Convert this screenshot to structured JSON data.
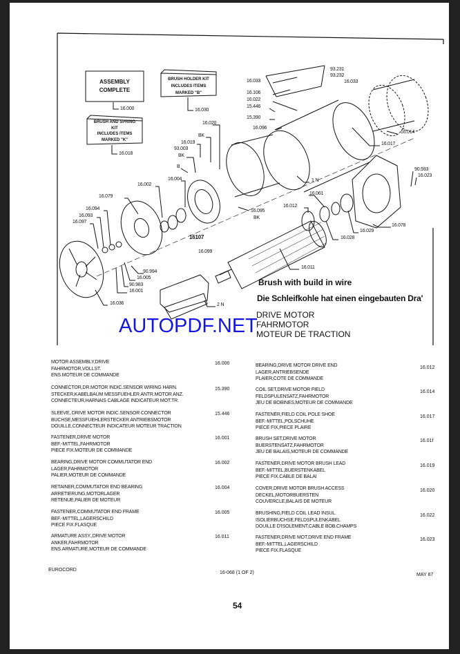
{
  "diagram": {
    "kits": [
      {
        "lines": [
          "ASSEMBLY",
          "COMPLETE"
        ]
      },
      {
        "lines": [
          "BRUSH HOLDER KIT",
          "INCLUDES ITEMS",
          "MARKED \"B\""
        ]
      },
      {
        "lines": [
          "BRUSH AND SPRING",
          "KIT",
          "INCLUDES ITEMS",
          "MARKED \"K\""
        ]
      }
    ],
    "callouts": [
      "16.000",
      "16.030",
      "16.018",
      "16.020",
      "BK",
      "16.019",
      "93.003",
      "BK",
      "16.033",
      "93.231",
      "93.232",
      "16.033",
      "16.106",
      "16.022",
      "15.446",
      "15.390",
      "16.096",
      "16.014",
      "16.017",
      "90.593",
      "16.023",
      "1 N",
      "B",
      "16.004",
      "16.002",
      "16.079",
      "16.094",
      "16.093",
      "16.097",
      "16.095",
      "BK",
      "16107",
      "16.099",
      "90.994",
      "16.005",
      "90.983",
      "16.001",
      "16.036",
      "2 N",
      "16.061",
      "16.012",
      "16.078",
      "16.029",
      "16.028",
      "16.011"
    ],
    "note_en": "Brush with build in wire",
    "note_de": "Die Schleifkohle hat einen eingebauten Dra'",
    "title_lines": [
      "DRIVE MOTOR",
      "FAHRMOTOR",
      "MOTEUR DE TRACTION"
    ]
  },
  "watermark": "AUTOPDF.NET",
  "parts_left": [
    {
      "lines": [
        "MOTOR ASSEMBLY,DRIVE",
        "FAHRMOTOR,VOLLST.",
        "ENS.MOTEUR DE COMMANDE"
      ],
      "number": "16.000"
    },
    {
      "lines": [
        "CONNECTOR,DR.MOTOR INDIC.SENSOR WIRING HARN.",
        "STECKER,KABELBAUM MESSFUEHLER ANTR.MOTOR ANZ.",
        "CONNECTEUR,HARNAIS CABLAGE INDICATEUR MOT.TR."
      ],
      "number": "15.390"
    },
    {
      "lines": [
        "SLEEVE, DRIVE MOTOR INDIC.SENSOR CONNECTOR",
        "BUCHSE,MESSFUEHLERSTECKER ANTRIEBSMOTOR",
        "DOUILLE,CONNECTEUR INDICATEUR MOTEUR TRACTION"
      ],
      "number": "15.446"
    },
    {
      "lines": [
        "FASTENER,DRIVE MOTOR",
        "BEF.-MITTEL,FAHRMOTOR",
        "PIECE FIX.MOTEUR DE COMMANDE"
      ],
      "number": "16.001"
    },
    {
      "lines": [
        "BEARING,DRIVE MOTOR COMMUTATOR END",
        "LAGER,FAHRMOTOR",
        "PALIER,MOTEUR DE COMMANDE"
      ],
      "number": "16.002"
    },
    {
      "lines": [
        "RETAINER,COMMUTATOR END BEARING",
        "ARRETIERUNG,MOTORLAGER",
        "RETENUE,PALIER DE MOTEUR"
      ],
      "number": "16.004"
    },
    {
      "lines": [
        "FASTENER,COMMUTATOR END FRAME",
        "BEF.-MITTEL,LAGERSCHILD",
        "PIECE FIX.FLASQUE"
      ],
      "number": "16.005"
    },
    {
      "lines": [
        "ARMATURE ASSY.,DRIVE MOTOR",
        "ANKER,FAHRMOTOR",
        "ENS.ARMATURE,MOTEUR DE COMMANDE"
      ],
      "number": "16.011"
    }
  ],
  "parts_right": [
    {
      "lines": [
        "BEARING,DRIVE MOTOR DRIVE END",
        "LAGER,ANTRIEBSENDE",
        "PLAIER,COTE DE COMMANDE"
      ],
      "number": "16.012"
    },
    {
      "lines": [
        "COIL SET,DRIVE MOTOR FIELD",
        "FELDSPULENSATZ,FAHRMOTOR",
        "JEU DE BOBINES,MOTEUR DE COMMANDE"
      ],
      "number": "16.014"
    },
    {
      "lines": [
        "FASTENER,FIELD COIL POLE SHOE",
        "BEF.-MITTEL,POLSCHUHE",
        "PIECE FIX,PIECE PLAIRE"
      ],
      "number": "16.017"
    },
    {
      "lines": [
        "BRUSH SET,DRIVE MOTOR",
        "BUERSTENSATZ,FAHRMOTOR",
        "JEU DE BALAIS,MOTEUR DE COMMANDE"
      ],
      "number": "16.01f"
    },
    {
      "lines": [
        "FASTENER,DRIVE MOTOR BRUSH LEAD",
        "BEF.-MITTEL,BUERSTENKABEL",
        "PIECE FIX.CABLE DE BALAI"
      ],
      "number": "16.019"
    },
    {
      "lines": [
        "COVER,DRIVE MOTOR BRUSH ACCESS",
        "DECKEL,MOTORBUERSTEN",
        "COUVERCLE,BALAIS DE MOTEUR"
      ],
      "number": "16.020"
    },
    {
      "lines": [
        "BRUSHING,FIELD COIL LEAD INSUL.",
        "ISOLIERBUCHSE,FELDSPULENKABEL",
        "DOUILLE D'ISOLEMENT,CABLE BOB.CHAMPS"
      ],
      "number": "16.022"
    },
    {
      "lines": [
        "FASTENER,DRIVE MOT.DRIVE END FRAME",
        "BEF.-MITTEL,LAGERSCHILD",
        "PIECE FIX.FLASQUE"
      ],
      "number": "16.023"
    }
  ],
  "footer": {
    "left": "EUROCORD",
    "center": "16-068 (1 OF 2)",
    "right": "MAY 87",
    "page_number": "54"
  }
}
